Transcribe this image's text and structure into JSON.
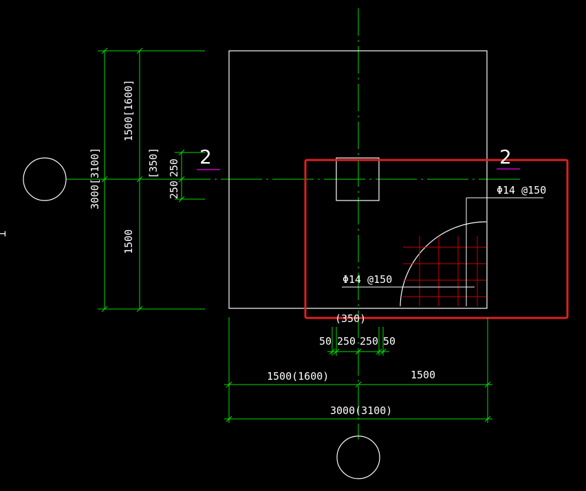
{
  "colors": {
    "background": "#000000",
    "outline": "#ffffff",
    "dimension": "#00e000",
    "rebar": "#d00000",
    "section_mark": "#cc00cc",
    "highlight": "#e02020"
  },
  "labels": {
    "top_span": "1500[1600]",
    "left_total": "3000[3100]",
    "left_col_350": "[350]",
    "left_col_250_top": "250",
    "left_col_250_bot": "250",
    "left_bottom_span": "1500",
    "section_left": "2",
    "section_right": "2",
    "rebar_top": "Φ14 @150",
    "rebar_left": "Φ14 @150",
    "col_350": "(350)",
    "bottom_50_left": "50",
    "bottom_250_left": "250",
    "bottom_250_right": "250",
    "bottom_50_right": "50",
    "bottom_left_span": "1500(1600)",
    "bottom_right_span": "1500",
    "bottom_total": "3000(3100)",
    "edge_mark": "⊥"
  }
}
